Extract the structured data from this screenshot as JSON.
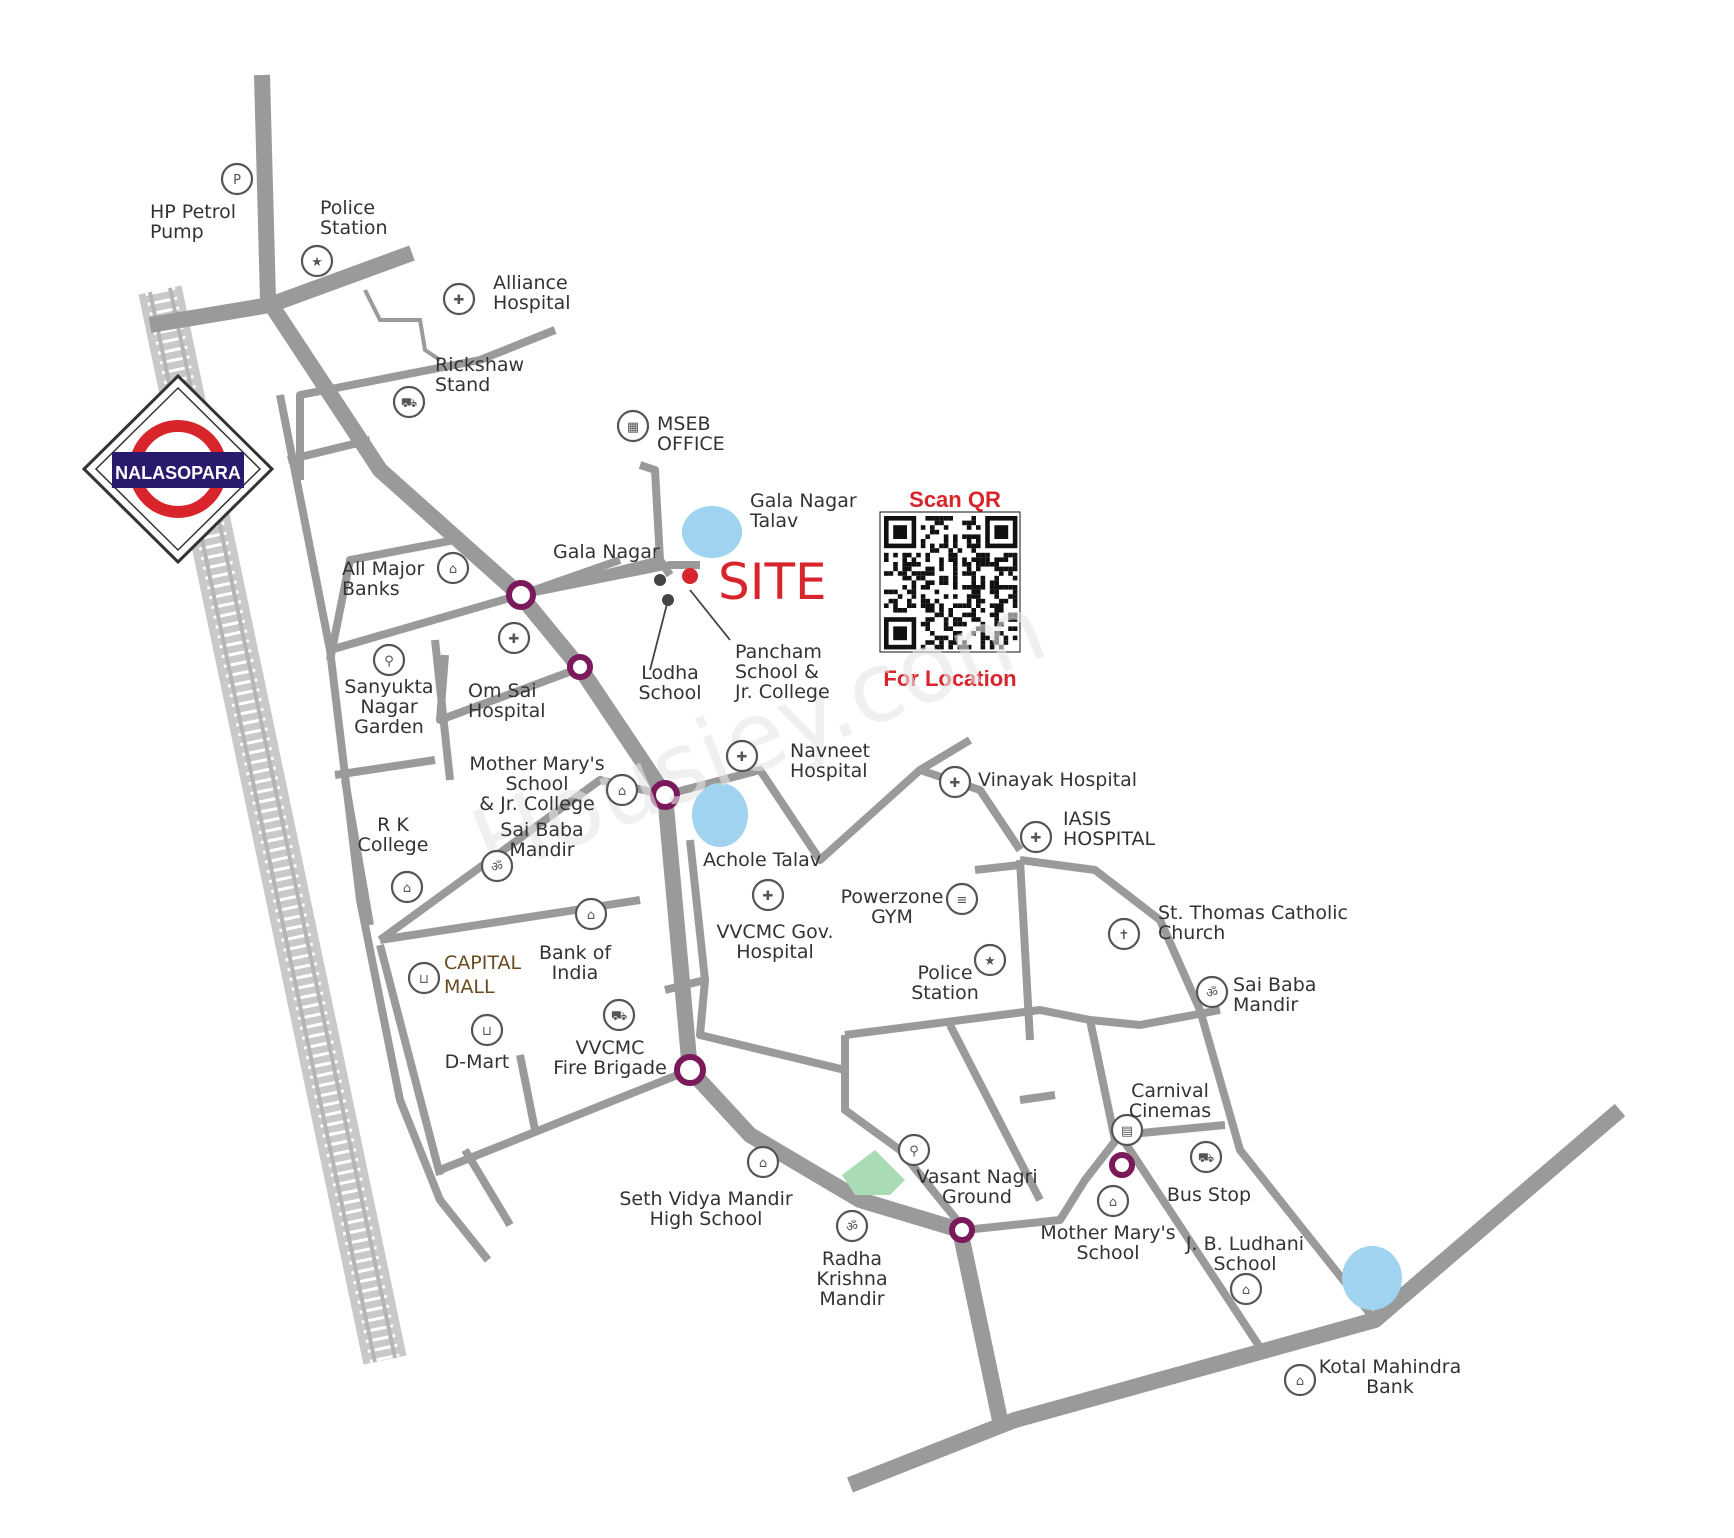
{
  "station": {
    "name": "NALASOPARA",
    "colors": {
      "ring": "#d7252b",
      "bar": "#2a1a6e"
    }
  },
  "site": {
    "label": "SITE",
    "color": "#d7252b"
  },
  "qr": {
    "title": "Scan QR",
    "caption": "For Location"
  },
  "watermark": "Housiey.com",
  "places": {
    "hp_petrol_pump": [
      "HP Petrol",
      "Pump"
    ],
    "police_station_north": [
      "Police",
      "Station"
    ],
    "alliance_hospital": [
      "Alliance",
      "Hospital"
    ],
    "rickshaw_stand": [
      "Rickshaw",
      "Stand"
    ],
    "mseb_office": [
      "MSEB",
      "OFFICE"
    ],
    "gala_nagar_talav": [
      "Gala Nagar",
      "Talav"
    ],
    "gala_nagar": [
      "Gala Nagar"
    ],
    "all_major_banks": [
      "All Major",
      "Banks"
    ],
    "lodha_school": [
      "Lodha",
      "School"
    ],
    "pancham_school": [
      "Pancham",
      "School &",
      "Jr. College"
    ],
    "sanyukta_nagar_garden": [
      "Sanyukta",
      "Nagar",
      "Garden"
    ],
    "om_sai_hospital": [
      "Om Sai",
      "Hospital"
    ],
    "mother_marys_school_college": [
      "Mother Mary's",
      "School",
      "& Jr. College"
    ],
    "navneet_hospital": [
      "Navneet",
      "Hospital"
    ],
    "vinayak_hospital": [
      "Vinayak Hospital"
    ],
    "iasis_hospital": [
      "IASIS",
      "HOSPITAL"
    ],
    "rk_college": [
      "R K",
      "College"
    ],
    "sai_baba_mandir_west": [
      "Sai Baba",
      "Mandir"
    ],
    "achole_talav": [
      "Achole Talav"
    ],
    "powerzone_gym": [
      "Powerzone",
      "GYM"
    ],
    "st_thomas_church": [
      "St. Thomas Catholic",
      "Church"
    ],
    "vvcmc_hospital": [
      "VVCMC Gov.",
      "Hospital"
    ],
    "bank_of_india": [
      "Bank of",
      "India"
    ],
    "capital_mall": [
      "CAPITAL",
      "MALL"
    ],
    "police_station_east": [
      "Police",
      "Station"
    ],
    "sai_baba_mandir_east": [
      "Sai Baba",
      "Mandir"
    ],
    "d_mart": [
      "D-Mart"
    ],
    "vvcmc_fire_brigade": [
      "VVCMC",
      "Fire Brigade"
    ],
    "carnival_cinemas": [
      "Carnival",
      "Cinemas"
    ],
    "vasant_nagri_ground": [
      "Vasant Nagri",
      "Ground"
    ],
    "bus_stop": [
      "Bus Stop"
    ],
    "seth_vidya_mandir": [
      "Seth Vidya Mandir",
      "High School"
    ],
    "mother_marys_school": [
      "Mother Mary's",
      "School"
    ],
    "jb_ludhani_school": [
      "J. B. Ludhani",
      "School"
    ],
    "radha_krishna_mandir": [
      "Radha",
      "Krishna",
      "Mandir"
    ],
    "kotak_mahindra_bank": [
      "Kotal Mahindra",
      "Bank"
    ]
  }
}
